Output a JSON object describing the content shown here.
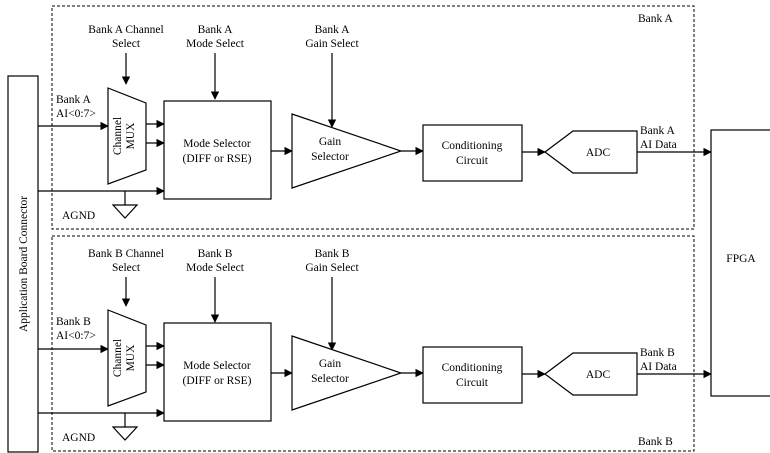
{
  "connector_label": "Application Board Connector",
  "fpga_label": "FPGA",
  "banks": [
    {
      "region_label": "Bank A",
      "input_label": [
        "Bank A",
        "AI<0:7>"
      ],
      "channel_select": [
        "Bank A Channel",
        "Select"
      ],
      "mode_select": [
        "Bank A",
        "Mode Select"
      ],
      "gain_select": [
        "Bank A",
        "Gain Select"
      ],
      "mux_label": [
        "Channel",
        "MUX"
      ],
      "mode_selector": [
        "Mode Selector",
        "(DIFF or RSE)"
      ],
      "gain_selector": [
        "Gain",
        "Selector"
      ],
      "conditioning": [
        "Conditioning",
        "Circuit"
      ],
      "adc": "ADC",
      "output_label": [
        "Bank A",
        "AI Data"
      ],
      "agnd": "AGND"
    },
    {
      "region_label": "Bank B",
      "input_label": [
        "Bank B",
        "AI<0:7>"
      ],
      "channel_select": [
        "Bank B Channel",
        "Select"
      ],
      "mode_select": [
        "Bank B",
        "Mode Select"
      ],
      "gain_select": [
        "Bank B",
        "Gain Select"
      ],
      "mux_label": [
        "Channel",
        "MUX"
      ],
      "mode_selector": [
        "Mode Selector",
        "(DIFF or RSE)"
      ],
      "gain_selector": [
        "Gain",
        "Selector"
      ],
      "conditioning": [
        "Conditioning",
        "Circuit"
      ],
      "adc": "ADC",
      "output_label": [
        "Bank B",
        "AI Data"
      ],
      "agnd": "AGND"
    }
  ]
}
